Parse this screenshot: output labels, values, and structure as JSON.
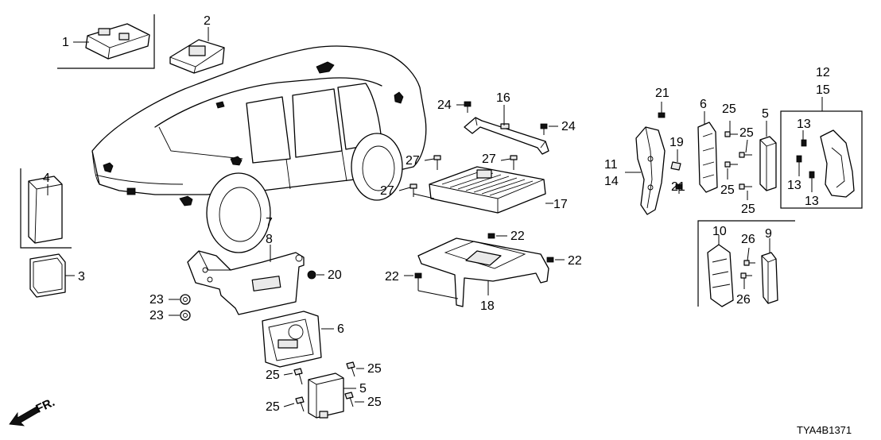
{
  "callouts": {
    "c1": "1",
    "c2": "2",
    "c3": "3",
    "c4": "4",
    "c5a": "5",
    "c5b": "5",
    "c6a": "6",
    "c6b": "6",
    "c7": "7",
    "c8": "8",
    "c9": "9",
    "c10": "10",
    "c11": "11",
    "c12": "12",
    "c13a": "13",
    "c13b": "13",
    "c13c": "13",
    "c14": "14",
    "c15": "15",
    "c16": "16",
    "c17": "17",
    "c18": "18",
    "c19": "19",
    "c20": "20",
    "c21a": "21",
    "c21b": "21",
    "c22a": "22",
    "c22b": "22",
    "c22c": "22",
    "c23a": "23",
    "c23b": "23",
    "c24a": "24",
    "c24b": "24",
    "c25a": "25",
    "c25b": "25",
    "c25c": "25",
    "c25d": "25",
    "c25e": "25",
    "c25f": "25",
    "c25g": "25",
    "c25h": "25",
    "c26a": "26",
    "c26b": "26",
    "c27a": "27",
    "c27b": "27",
    "c27c": "27"
  },
  "direction_label": "FR.",
  "diagram_code": "TYA4B1371"
}
